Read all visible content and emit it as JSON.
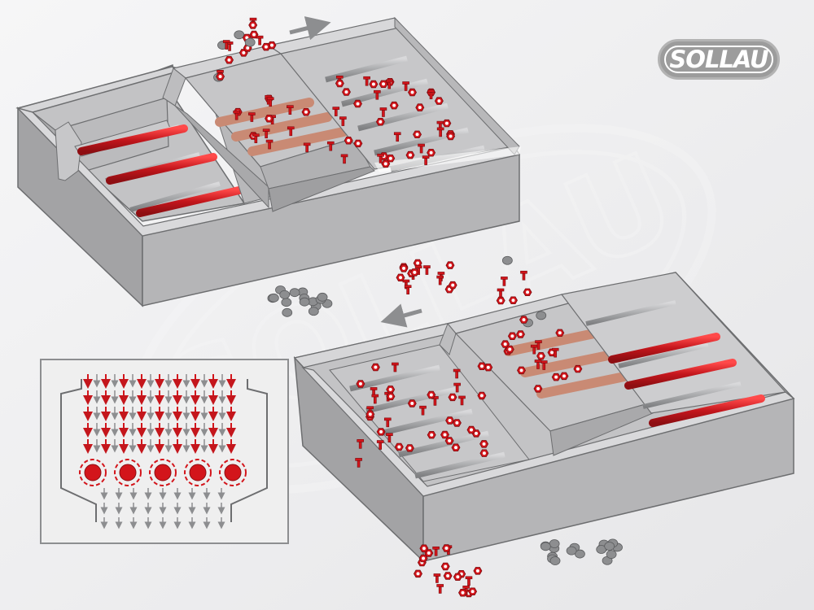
{
  "brand": {
    "name": "SOLLAU",
    "watermark": "SOLLAU"
  },
  "colors": {
    "background": "#f1f1f2",
    "box_side": "#a3a3a5",
    "box_top": "#cfcfd1",
    "box_inner": "#bdbdbf",
    "grid_tube": "#a9aaac",
    "magnet_rod": "#c4161c",
    "ferrous_part": "#d3151b",
    "nonferrous_part": "#8d8e90",
    "rotating_bar": "#c98a74",
    "arrow": "#8d8e90",
    "inset_border": "#8d8e90"
  },
  "diagram": {
    "upper_unit": {
      "flow_direction": "right"
    },
    "lower_unit": {
      "flow_direction": "left"
    },
    "inset": {
      "magnet_count": 5,
      "title": ""
    }
  }
}
